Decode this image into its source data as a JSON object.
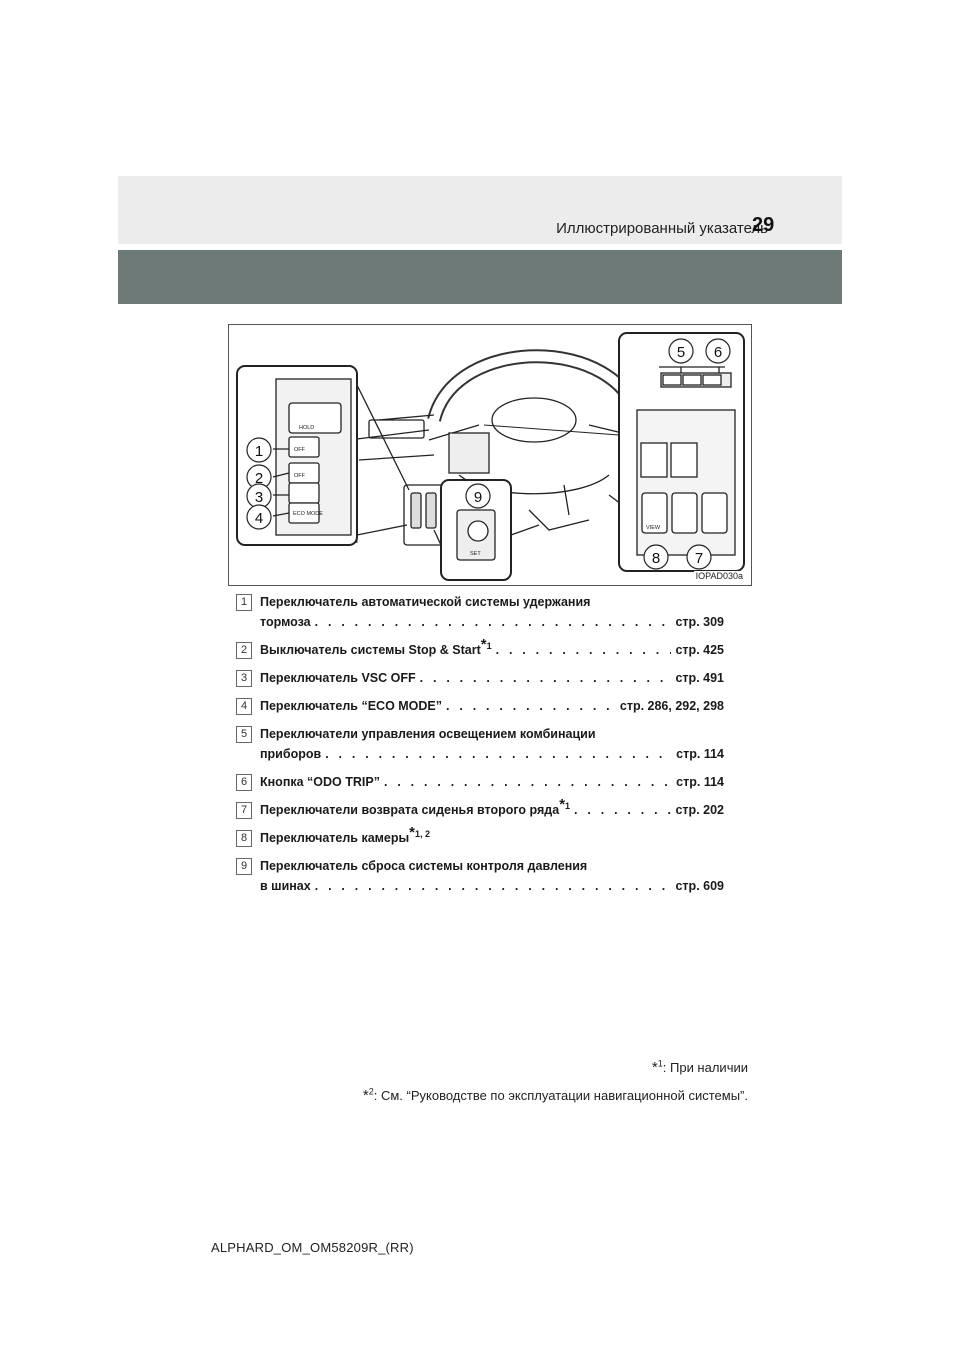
{
  "header": {
    "section_title": "Иллюстрированный указатель",
    "page_number": "29"
  },
  "figure": {
    "code": "IOPAD030a",
    "callouts": [
      "1",
      "2",
      "3",
      "4",
      "5",
      "6",
      "7",
      "8",
      "9"
    ],
    "button_labels": {
      "hold": "HOLD",
      "off": "OFF",
      "eco_mode": "ECO MODE",
      "set": "SET",
      "view": "VIEW"
    }
  },
  "items": [
    {
      "num": "1",
      "line1": "Переключатель автоматической системы удержания",
      "text": "тормоза",
      "sup": "",
      "ref": "стр. 309"
    },
    {
      "num": "2",
      "text": "Выключатель системы Stop & Start",
      "sup": "1",
      "ref": "стр. 425"
    },
    {
      "num": "3",
      "text": "Переключатель VSC OFF",
      "sup": "",
      "ref": "стр. 491"
    },
    {
      "num": "4",
      "text": "Переключатель “ECO MODE”",
      "sup": "",
      "ref": "стр. 286, 292, 298"
    },
    {
      "num": "5",
      "line1": "Переключатели управления освещением комбинации",
      "text": "приборов",
      "sup": "",
      "ref": "стр. 114"
    },
    {
      "num": "6",
      "text": "Кнопка “ODO TRIP”",
      "sup": "",
      "ref": "стр. 114"
    },
    {
      "num": "7",
      "text": "Переключатели возврата сиденья второго ряда",
      "sup": "1",
      "ref": "стр. 202"
    },
    {
      "num": "8",
      "text": "Переключатель камеры",
      "sup": "1, 2",
      "ref": ""
    },
    {
      "num": "9",
      "line1": "Переключатель сброса системы контроля давления",
      "text": "в шинах",
      "sup": "",
      "ref": "стр. 609"
    }
  ],
  "footnotes": [
    {
      "mark": "*",
      "sup": "1",
      "text": ": При наличии"
    },
    {
      "mark": "*",
      "sup": "2",
      "text": ": См. “Руководстве по эксплуатации навигационной системы”."
    }
  ],
  "footer": {
    "doc_id": "ALPHARD_OM_OM58209R_(RR)"
  }
}
